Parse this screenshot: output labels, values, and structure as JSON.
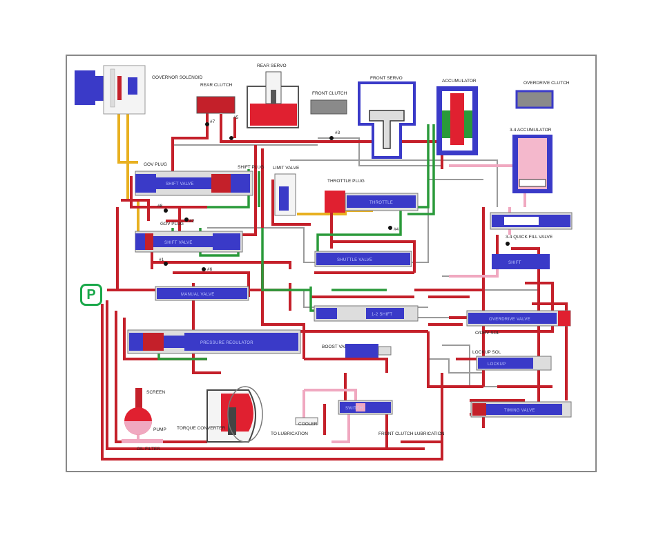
{
  "colors": {
    "frame": "#888888",
    "pressure_red": "#c4202a",
    "valve_blue": "#3a3ac8",
    "aux_green": "#2a9a3a",
    "governor_yellow": "#e8b020",
    "exhaust_gray": "#9a9a9a",
    "converter_pink": "#f0a8c0",
    "badge_green": "#1aa84a"
  },
  "badge": {
    "label": "P",
    "icon": "park-position-icon"
  },
  "labels": {
    "governor_solenoid": "GOVERNOR SOLENOID",
    "rear_clutch": "REAR CLUTCH",
    "rear_servo": "REAR SERVO",
    "front_clutch": "FRONT CLUTCH",
    "front_servo": "FRONT SERVO",
    "accumulator": "ACCUMULATOR",
    "overdrive_clutch": "OVERDRIVE CLUTCH",
    "accumulator_34": "3-4 ACCUMULATOR",
    "gov_plug_1": "GOV PLUG",
    "gov_plug_2": "GOV PLUG",
    "limit_valve": "LIMIT VALVE",
    "throttle_plug": "THROTTLE PLUG",
    "shift_plug": "SHIFT PLUG",
    "quick_fill_valve": "3-4 QUICK FILL VALVE",
    "odrv_sol": "O/DRV SOL",
    "boost_valve": "BOOST VALVE",
    "lockup_sol": "LOCKUP SOL",
    "screen": "SCREEN",
    "pump": "PUMP",
    "oil_filter": "OIL FILTER",
    "torque_converter": "TORQUE CONVERTER",
    "cooler": "COOLER",
    "to_lubrication": "TO LUBRICATION",
    "front_clutch_lubrication": "FRONT CLUTCH LUBRICATION",
    "ball_1": "#1",
    "ball_2": "#2",
    "ball_3": "#3",
    "ball_4": "#4",
    "ball_5": "#5",
    "ball_6": "#6",
    "ball_7": "#7",
    "ball_8": "#8"
  }
}
